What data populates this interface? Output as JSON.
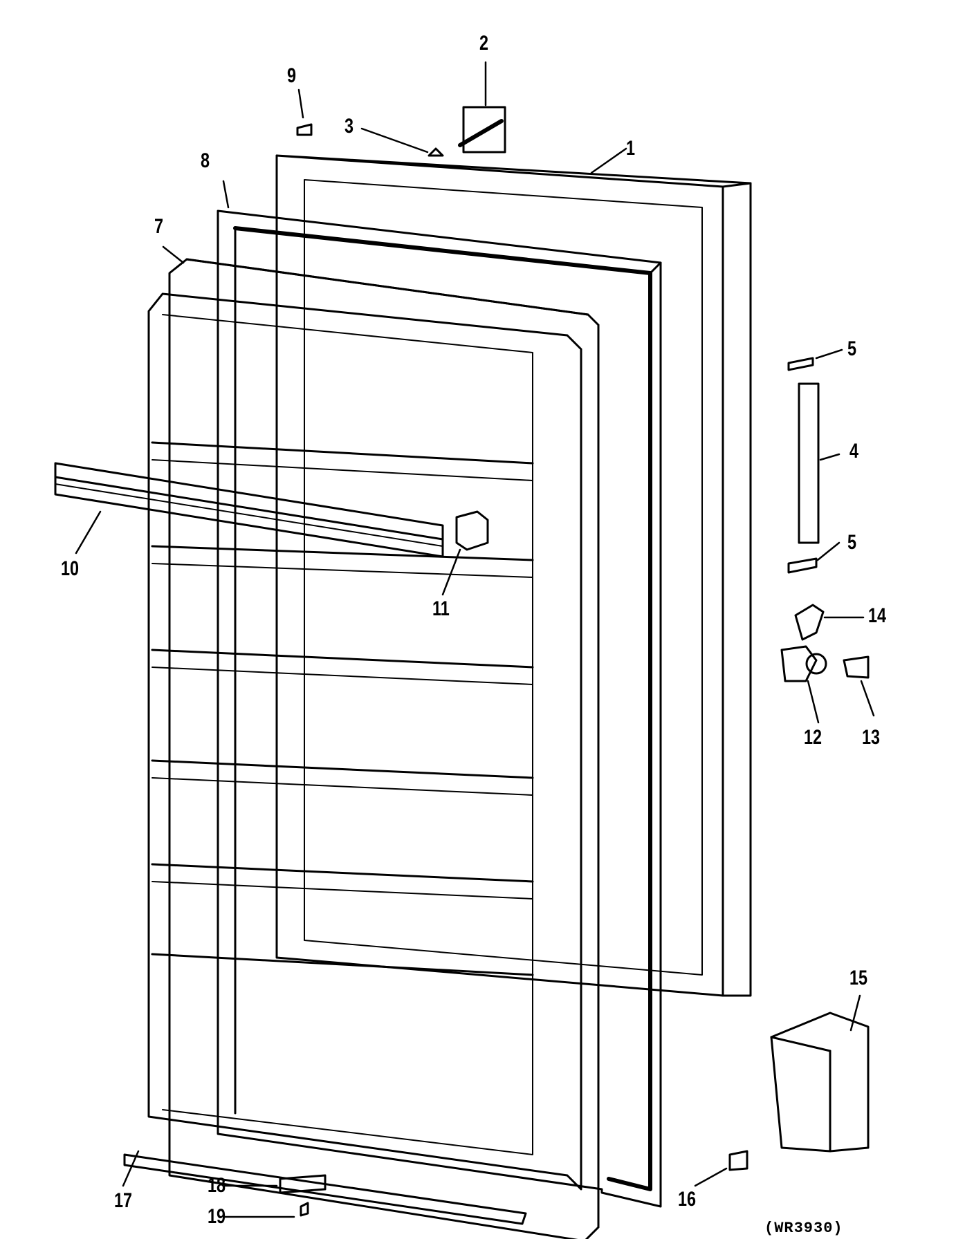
{
  "diagram": {
    "drawing_code": "(WR3930)",
    "callouts": [
      "1",
      "2",
      "3",
      "4",
      "5",
      "5",
      "7",
      "8",
      "9",
      "10",
      "11",
      "12",
      "13",
      "14",
      "15",
      "16",
      "17",
      "18",
      "19"
    ],
    "colors": {
      "ink": "#000000",
      "paper": "#ffffff"
    }
  }
}
